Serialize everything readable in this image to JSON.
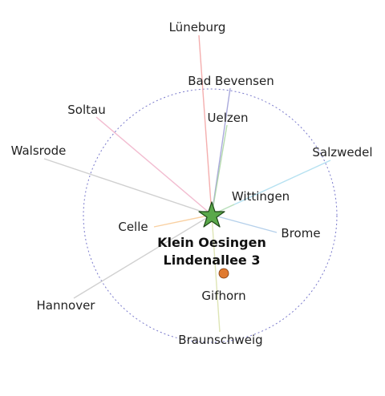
{
  "center": {
    "line1": "Klein Oesingen",
    "line2": "Lindenallee 3",
    "marker_icon": "star-icon",
    "marker_color": "#5aa84a"
  },
  "ring_color": "#7a7acc",
  "places": [
    {
      "id": "lueneburg",
      "name": "Lüneburg",
      "color": "#f2a0a0"
    },
    {
      "id": "bad-bevensen",
      "name": "Bad Bevensen",
      "color": "#9a9ad6"
    },
    {
      "id": "uelzen",
      "name": "Uelzen",
      "color": "#a8d4a0"
    },
    {
      "id": "soltau",
      "name": "Soltau",
      "color": "#f0b0c8"
    },
    {
      "id": "walsrode",
      "name": "Walsrode",
      "color": "#c8c8c8"
    },
    {
      "id": "salzwedel",
      "name": "Salzwedel",
      "color": "#a8dcee"
    },
    {
      "id": "wittingen",
      "name": "Wittingen",
      "color": "#c0e0b0"
    },
    {
      "id": "celle",
      "name": "Celle",
      "color": "#f8c890"
    },
    {
      "id": "brome",
      "name": "Brome",
      "color": "#a8c8e8"
    },
    {
      "id": "hannover",
      "name": "Hannover",
      "color": "#c8c8c8"
    },
    {
      "id": "gifhorn",
      "name": "Gifhorn",
      "color": "#e07a30"
    },
    {
      "id": "braunschweig",
      "name": "Braunschweig",
      "color": "#d8e0a8"
    }
  ]
}
